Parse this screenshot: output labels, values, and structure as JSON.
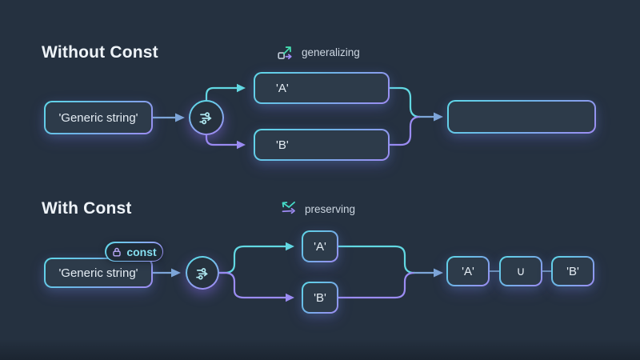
{
  "colors": {
    "background": "#253140",
    "box_fill": "#2d3b4a",
    "border_teal": "#5fd8e8",
    "border_purple": "#9d8cf2",
    "wire_blue": "#7da6d8",
    "wire_teal": "#62d8e2",
    "wire_purple": "#9b8cf2",
    "text_primary": "#e4ecf3",
    "const_text": "#85dff0",
    "union_text": "#a9bdeb"
  },
  "sections": [
    {
      "title": "Without Const",
      "label": {
        "icon": "expand-arrows-icon",
        "text": "generalizing"
      },
      "input": {
        "text": "'Generic string'"
      },
      "branch_node_icon": "branch-options-icon",
      "branches": [
        {
          "text": "'A'"
        },
        {
          "text": "'B'"
        }
      ],
      "result": {
        "text": ""
      }
    },
    {
      "title": "With Const",
      "label": {
        "icon": "converge-arrows-icon",
        "text": "preserving"
      },
      "input": {
        "text": "'Generic string'",
        "badge": {
          "icon": "lock-icon",
          "text": "const"
        }
      },
      "branch_node_icon": "branch-options-icon",
      "branches": [
        {
          "text": "'A'"
        },
        {
          "text": "'B'"
        }
      ],
      "result": {
        "parts": [
          "'A'",
          "∪",
          "'B'"
        ]
      }
    }
  ]
}
